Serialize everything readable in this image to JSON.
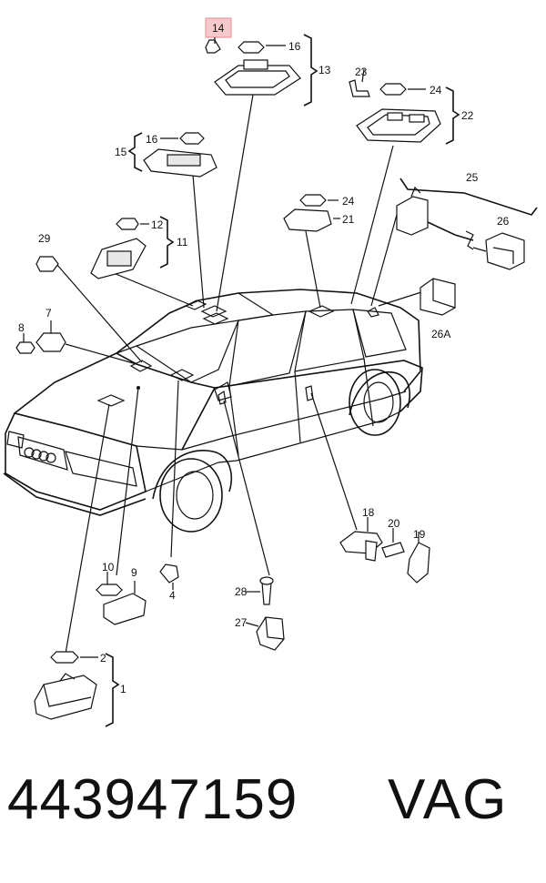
{
  "diagram": {
    "callouts": [
      "14",
      "16",
      "13",
      "23",
      "24",
      "22",
      "16",
      "15",
      "25",
      "24",
      "21",
      "26",
      "12",
      "11",
      "29",
      "7",
      "8",
      "26A",
      "18",
      "20",
      "19",
      "10",
      "9",
      "4",
      "28",
      "27",
      "2",
      "1"
    ],
    "highlighted_callout": "14",
    "highlight_color": "#f6c9cc"
  },
  "footer": {
    "part_number": "443947159",
    "brand": "VAG"
  }
}
